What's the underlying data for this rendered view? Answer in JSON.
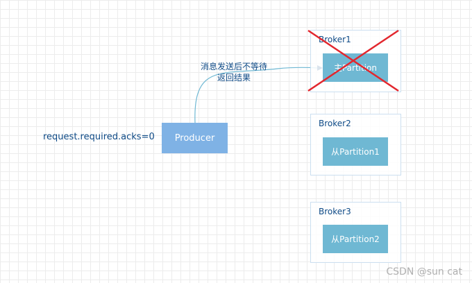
{
  "config_label": "request.required.acks=0",
  "producer": {
    "label": "Producer"
  },
  "note": {
    "line1": "消息发送后不等待",
    "line2": "返回结果"
  },
  "brokers": [
    {
      "title": "Broker1",
      "partition": "主Partition",
      "failed": true
    },
    {
      "title": "Broker2",
      "partition": "从Partition1",
      "failed": false
    },
    {
      "title": "Broker3",
      "partition": "从Partition2",
      "failed": false
    }
  ],
  "watermark": "CSDN @sun cat",
  "colors": {
    "producer": "#7fb2e5",
    "partition": "#6fb8d3",
    "text": "#0e4a86",
    "arrow": "#6fb8d3",
    "cross": "#e2272e"
  }
}
